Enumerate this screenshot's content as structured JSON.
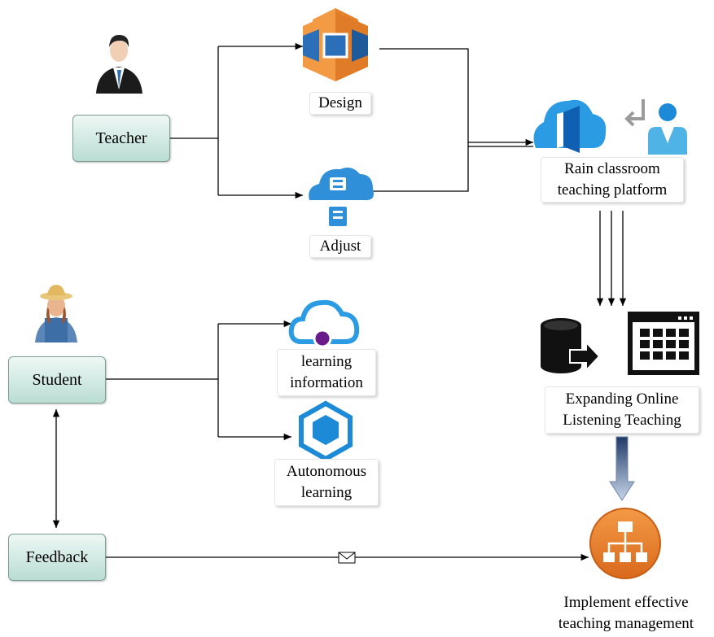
{
  "nodes": {
    "teacher": "Teacher",
    "student": "Student",
    "feedback": "Feedback",
    "design": "Design",
    "adjust": "Adjust",
    "rain_line1": "Rain classroom",
    "rain_line2": "teaching platform",
    "learning_line1": "learning",
    "learning_line2": "information",
    "autonomous_line1": "Autonomous",
    "autonomous_line2": "learning",
    "expanding_line1": "Expanding Online",
    "expanding_line2": "Listening Teaching",
    "implement_line1": "Implement effective",
    "implement_line2": "teaching management"
  },
  "colors": {
    "aws_orange": "#e8812b",
    "aws_blue": "#2b6fb8",
    "azure_blue": "#1c8ad6",
    "purple_dot": "#6a1b8a",
    "box_fill_top": "#eef8f5",
    "box_fill_bottom": "#b9ddd3"
  },
  "icons": [
    "teacher-avatar-icon",
    "student-avatar-icon",
    "design-cube-icon",
    "adjust-cloud-icon",
    "rain-cloud-door-icon",
    "user-login-icon",
    "learning-cloud-icon",
    "autonomous-hexagon-icon",
    "database-export-icon",
    "grid-window-icon",
    "hierarchy-icon",
    "envelope-icon"
  ]
}
